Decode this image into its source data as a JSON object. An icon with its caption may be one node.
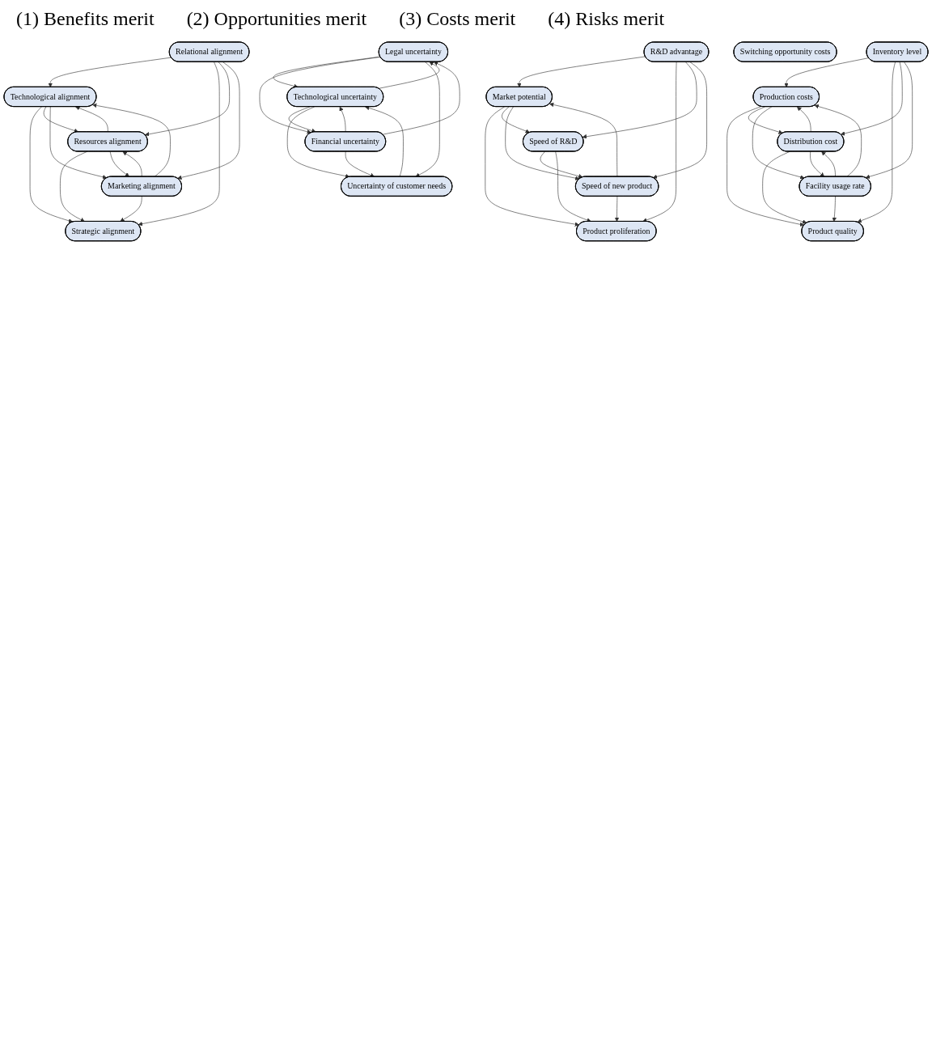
{
  "diagram": {
    "nodes": [
      {
        "text": [
          "Relational alignment"
        ]
      },
      {
        "text": [
          "Technological alignment"
        ]
      },
      {
        "text": [
          "Strategic alignment"
        ]
      },
      {
        "text": [
          "Resources alignment"
        ]
      },
      {
        "text": [
          "Marketing alignment"
        ]
      },
      {
        "text": [
          "R&D advantage"
        ]
      },
      {
        "text": [
          "Market potential"
        ]
      },
      {
        "text": [
          "Product proliferation"
        ]
      },
      {
        "text": [
          "Speed of R&D"
        ]
      },
      {
        "text": [
          "Speed of new product"
        ]
      },
      {
        "text": [
          "Production costs"
        ]
      },
      {
        "text": [
          "Inventory level"
        ]
      },
      {
        "text": [
          "Product quality"
        ]
      },
      {
        "text": [
          "Distribution cost"
        ]
      },
      {
        "text": [
          "Facility usage rate"
        ]
      },
      {
        "text": [
          "Switching opportunity costs"
        ]
      },
      {
        "text": [
          "Legal uncertainty"
        ]
      },
      {
        "text": [
          "Technological uncertainty"
        ]
      },
      {
        "text": [
          "Financial uncertainty"
        ]
      },
      {
        "text": [
          "Uncertainty of customer needs"
        ]
      }
    ],
    "edges": [
      {
        "from": 0,
        "to": 1,
        "arrow": "to"
      },
      {
        "from": 1,
        "to": 2,
        "arrow": "to"
      },
      {
        "from": 1,
        "to": 3,
        "arrow": "to"
      },
      {
        "from": 1,
        "to": 4,
        "arrow": "to"
      },
      {
        "from": 3,
        "to": 1,
        "arrow": "to"
      },
      {
        "from": 4,
        "to": 1,
        "arrow": "to"
      },
      {
        "from": 3,
        "to": 2,
        "arrow": "to"
      },
      {
        "from": 4,
        "to": 2,
        "arrow": "to"
      },
      {
        "from": 3,
        "to": 4,
        "arrow": "to"
      },
      {
        "from": 4,
        "to": 3,
        "arrow": "to"
      },
      {
        "from": 0,
        "to": 2,
        "arrow": "to"
      },
      {
        "from": 0,
        "to": 3,
        "arrow": "to"
      },
      {
        "from": 0,
        "to": 4,
        "arrow": "to"
      },
      {
        "from": 5,
        "to": 6,
        "arrow": "to"
      },
      {
        "from": 6,
        "to": 7,
        "arrow": "to"
      },
      {
        "from": 6,
        "to": 8,
        "arrow": "to"
      },
      {
        "from": 6,
        "to": 9,
        "arrow": "to"
      },
      {
        "from": 9,
        "to": 6,
        "arrow": "to"
      },
      {
        "from": 9,
        "to": 7,
        "arrow": "to"
      },
      {
        "from": 8,
        "to": 9,
        "arrow": "to"
      },
      {
        "from": 8,
        "to": 7,
        "arrow": "to"
      },
      {
        "from": 5,
        "to": 7,
        "arrow": "to"
      },
      {
        "from": 5,
        "to": 8,
        "arrow": "to"
      },
      {
        "from": 5,
        "to": 9,
        "arrow": "to"
      },
      {
        "from": 11,
        "to": 10,
        "arrow": "to"
      },
      {
        "from": 10,
        "to": 12,
        "arrow": "to"
      },
      {
        "from": 10,
        "to": 13,
        "arrow": "to"
      },
      {
        "from": 10,
        "to": 14,
        "arrow": "to"
      },
      {
        "from": 13,
        "to": 10,
        "arrow": "to"
      },
      {
        "from": 14,
        "to": 10,
        "arrow": "to"
      },
      {
        "from": 11,
        "to": 12,
        "arrow": "to"
      },
      {
        "from": 11,
        "to": 13,
        "arrow": "to"
      },
      {
        "from": 11,
        "to": 14,
        "arrow": "to"
      },
      {
        "from": 13,
        "to": 12,
        "arrow": "to"
      },
      {
        "from": 14,
        "to": 12,
        "arrow": "to"
      },
      {
        "from": 13,
        "to": 14,
        "arrow": "to"
      },
      {
        "from": 14,
        "to": 13,
        "arrow": "to"
      },
      {
        "from": 16,
        "to": 17,
        "arrow": "to"
      },
      {
        "from": 16,
        "to": 18,
        "arrow": "to"
      },
      {
        "from": 16,
        "to": 19,
        "arrow": "to"
      },
      {
        "from": 17,
        "to": 16,
        "arrow": "to"
      },
      {
        "from": 18,
        "to": 16,
        "arrow": "to"
      },
      {
        "from": 17,
        "to": 18,
        "arrow": "to"
      },
      {
        "from": 18,
        "to": 17,
        "arrow": "to"
      },
      {
        "from": 19,
        "to": 17,
        "arrow": "to"
      },
      {
        "from": 18,
        "to": 19,
        "arrow": "to"
      },
      {
        "from": 17,
        "to": 19,
        "arrow": "to"
      }
    ],
    "labels": [
      "(1) Benefits merit",
      "(2) Opportunities merit",
      "(3) Costs merit",
      "(4) Risks merit"
    ]
  }
}
